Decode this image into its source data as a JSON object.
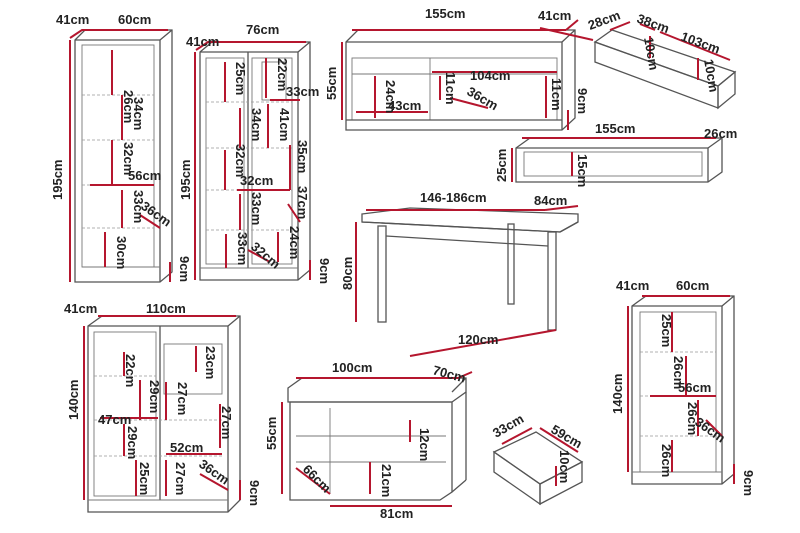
{
  "colors": {
    "dimension_line": "#b5162e",
    "outline": "#555555",
    "background": "#ffffff"
  },
  "furniture": {
    "tall_cabinet_left": {
      "labels": [
        "41cm",
        "60cm",
        "195cm",
        "26cm",
        "34cm",
        "32cm",
        "56cm",
        "33cm",
        "36cm",
        "30cm",
        "9cm"
      ]
    },
    "glass_cabinet": {
      "labels": [
        "41cm",
        "76cm",
        "195cm",
        "25cm",
        "22cm",
        "33cm",
        "34cm",
        "41cm",
        "32cm",
        "32cm",
        "35cm",
        "37cm",
        "33cm",
        "24cm",
        "33cm",
        "32cm",
        "9cm"
      ]
    },
    "tv_stand": {
      "labels": [
        "155cm",
        "41cm",
        "55cm",
        "104cm",
        "11cm",
        "24cm",
        "43cm",
        "36cm",
        "11cm",
        "9cm"
      ]
    },
    "drawer_large": {
      "labels": [
        "28cm",
        "38cm",
        "103cm",
        "10cm",
        "10cm"
      ]
    },
    "wall_shelf": {
      "labels": [
        "155cm",
        "26cm",
        "25cm",
        "15cm"
      ]
    },
    "dining_table": {
      "labels": [
        "146-186cm",
        "84cm",
        "80cm",
        "120cm"
      ]
    },
    "sideboard": {
      "labels": [
        "41cm",
        "110cm",
        "140cm",
        "22cm",
        "23cm",
        "29cm",
        "27cm",
        "47cm",
        "27cm",
        "29cm",
        "52cm",
        "25cm",
        "27cm",
        "36cm",
        "9cm"
      ]
    },
    "coffee_table": {
      "labels": [
        "100cm",
        "70cm",
        "55cm",
        "12cm",
        "66cm",
        "21cm",
        "81cm"
      ]
    },
    "drawer_small": {
      "labels": [
        "33cm",
        "59cm",
        "10cm"
      ]
    },
    "tall_cabinet_right": {
      "labels": [
        "41cm",
        "60cm",
        "140cm",
        "25cm",
        "26cm",
        "56cm",
        "26cm",
        "36cm",
        "26cm",
        "9cm"
      ]
    }
  }
}
